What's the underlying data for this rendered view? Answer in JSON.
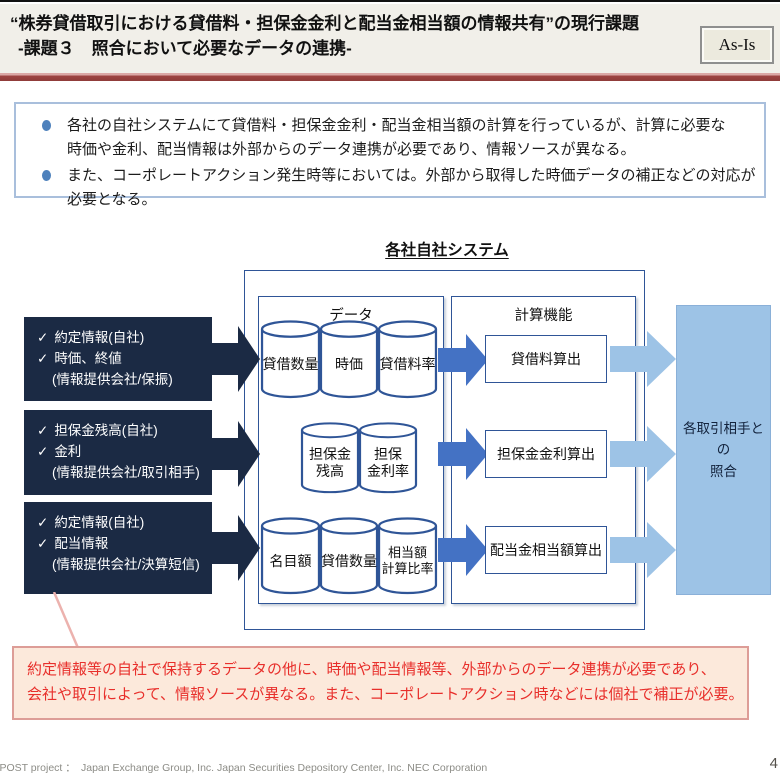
{
  "slide": {
    "title_line1": "“株券貸借取引における貸借料・担保金金利と配当金相当額の情報共有”の現行課題",
    "title_line2": "-課題３　照合において必要なデータの連携-",
    "tag": "As-Is",
    "footer_credit": "-POST project ：　Japan Exchange Group, Inc.  Japan Securities Depository Center, Inc.  NEC Corporation",
    "page_number": "4"
  },
  "summary": {
    "bullet1_line1": "各社の自社システムにて貸借料・担保金金利・配当金相当額の計算を行っているが、計算に必要な",
    "bullet1_line2": "時価や金利、配当情報は外部からのデータ連携が必要であり、情報ソースが異なる。",
    "bullet2": "また、コーポレートアクション発生時等においては。外部から取得した時価データの補正などの対応が必要となる。"
  },
  "diagram": {
    "system_title": "各社自社システム",
    "data_header": "データ",
    "calc_header": "計算機能",
    "check_mark": "✓",
    "rows": [
      {
        "input_line1": "約定情報(自社)",
        "input_line2": "時価、終値",
        "source": "(情報提供会社/保振)",
        "cylinders": [
          {
            "l1": "貸借数量",
            "l2": ""
          },
          {
            "l1": "時価",
            "l2": ""
          },
          {
            "l1": "貸借料率",
            "l2": ""
          }
        ],
        "calc": "貸借料算出"
      },
      {
        "input_line1": "担保金残高(自社)",
        "input_line2": "金利",
        "source": "(情報提供会社/取引相手)",
        "cylinders": [
          {
            "l1": "担保金",
            "l2": "残高"
          },
          {
            "l1": "担保",
            "l2": "金利率"
          }
        ],
        "calc": "担保金金利算出"
      },
      {
        "input_line1": "約定情報(自社)",
        "input_line2": "配当情報",
        "source": "(情報提供会社/決算短信)",
        "cylinders": [
          {
            "l1": "名目額",
            "l2": ""
          },
          {
            "l1": "貸借数量",
            "l2": ""
          },
          {
            "l1": "相当額",
            "l2": "計算比率"
          }
        ],
        "calc": "配当金相当額算出"
      }
    ],
    "output_line1": "各取引相手との",
    "output_line2": "照合"
  },
  "note": {
    "line1": "約定情報等の自社で保持するデータの他に、時価や配当情報等、外部からのデータ連携が必要であり、",
    "line2": "会社や取引によって、情報ソースが異なる。また、コーポレートアクション時などには個社で補正が必要。"
  },
  "colors": {
    "dark_navy": "#1b2a44",
    "arrow_blue": "#4472c4",
    "arrow_light_blue": "#9dc3e6",
    "box_border_blue": "#2f5597",
    "output_fill": "#9dc3e6",
    "note_fill": "#fce9db",
    "note_border": "#dd9d97",
    "note_text_red": "#e82f2b",
    "title_bar_red": "#9e4442"
  }
}
